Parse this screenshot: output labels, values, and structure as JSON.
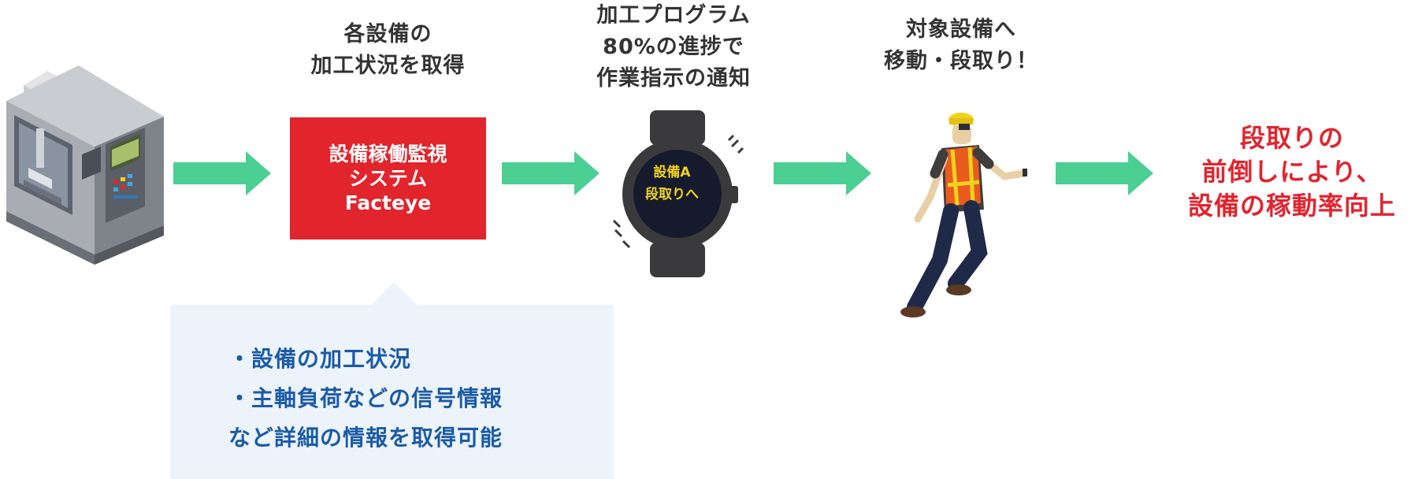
{
  "step1": {
    "caption_line1": "各設備の",
    "caption_line2": "加工状況を取得"
  },
  "system": {
    "line1": "設備稼働監視",
    "line2": "システム",
    "line3": "Facteye"
  },
  "details": {
    "line1": "・設備の加工状況",
    "line2": "・主軸負荷などの信号情報",
    "line3": "など詳細の情報を取得可能"
  },
  "step2": {
    "caption_line1": "加工プログラム",
    "caption_line2": "80%の進捗で",
    "caption_line3": "作業指示の通知",
    "watch_line1": "設備A",
    "watch_line2": "段取りへ"
  },
  "step3": {
    "caption_line1": "対象設備へ",
    "caption_line2": "移動・段取り！"
  },
  "result": {
    "line1": "段取りの",
    "line2": "前倒しにより、",
    "line3": "設備の稼動率向上"
  },
  "colors": {
    "arrow": "#4ccf93",
    "system_box": "#e2242d",
    "callout_bg": "#edf3fa",
    "callout_text": "#1b5ba7",
    "result_text": "#e2242d",
    "watch_text": "#f2d21c"
  }
}
